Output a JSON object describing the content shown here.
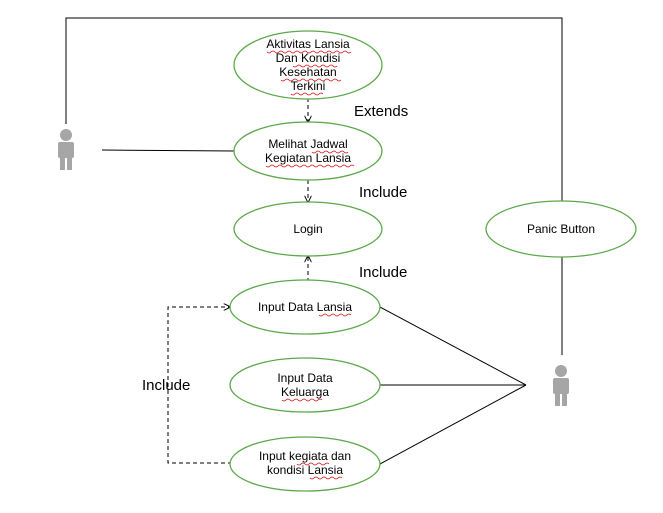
{
  "use_cases": {
    "aktivitas": [
      "Aktivitas Lansia",
      "Dan Kondisi",
      "Kesehatan",
      "Terkini"
    ],
    "jadwal": [
      "Melihat Jadwal",
      "Kegiatan Lansia"
    ],
    "login": [
      "Login"
    ],
    "input_lansia": [
      "Input Data Lansia"
    ],
    "input_keluarga": [
      "Input Data",
      "Keluarga"
    ],
    "input_kegiatan": [
      "Input kegiata dan",
      "kondisi Lansia"
    ],
    "panic": [
      "Panic Button"
    ]
  },
  "relations": {
    "extends": "Extends",
    "include_jadwal_login": "Include",
    "include_input_login": "Include",
    "include_kegiatan_input": "Include"
  },
  "actors": {
    "left": "actor-user",
    "right": "actor-admin"
  },
  "colors": {
    "usecase_stroke": "#5ba84a",
    "line": "#000000",
    "actor_fill": "#a6a6a6",
    "spellcheck": "#d01010"
  }
}
